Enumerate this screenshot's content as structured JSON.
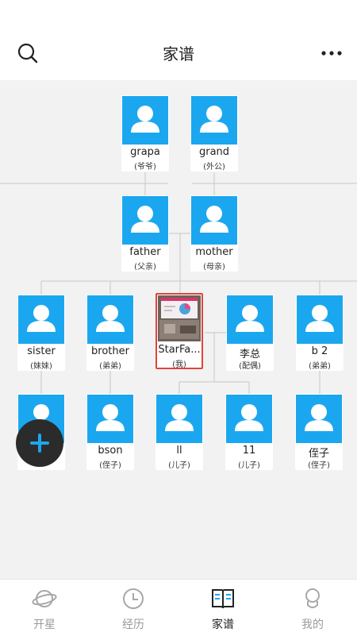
{
  "header": {
    "title": "家谱",
    "search_icon": "search-icon",
    "more_icon": "more-horizontal-icon"
  },
  "tree": {
    "grandparents": [
      {
        "name": "grapa",
        "relation": "(爷爷)"
      },
      {
        "name": "grand",
        "relation": "(外公)"
      }
    ],
    "parents": [
      {
        "name": "father",
        "relation": "(父亲)"
      },
      {
        "name": "mother",
        "relation": "(母亲)"
      }
    ],
    "generation": [
      {
        "name": "sister",
        "relation": "(妹妹)"
      },
      {
        "name": "brother",
        "relation": "(弟弟)"
      },
      {
        "name": "StarFa...",
        "relation": "(我)"
      },
      {
        "name": "李总",
        "relation": "(配偶)"
      },
      {
        "name": "b 2",
        "relation": "(弟弟)"
      }
    ],
    "children": [
      {
        "name": "",
        "relation": ""
      },
      {
        "name": "bson",
        "relation": "(侄子)"
      },
      {
        "name": "ll",
        "relation": "(儿子)"
      },
      {
        "name": "11",
        "relation": "(儿子)"
      },
      {
        "name": "侄子",
        "relation": "(侄子)"
      }
    ]
  },
  "fab": {
    "icon": "plus-icon"
  },
  "tabs": [
    {
      "label": "开星",
      "icon": "planet-icon",
      "active": false
    },
    {
      "label": "经历",
      "icon": "clock-icon",
      "active": false
    },
    {
      "label": "家谱",
      "icon": "book-icon",
      "active": true
    },
    {
      "label": "我的",
      "icon": "person-icon",
      "active": false
    }
  ],
  "colors": {
    "accent": "#1ba7ef",
    "self_border": "#e0443a",
    "background": "#f2f2f2"
  }
}
